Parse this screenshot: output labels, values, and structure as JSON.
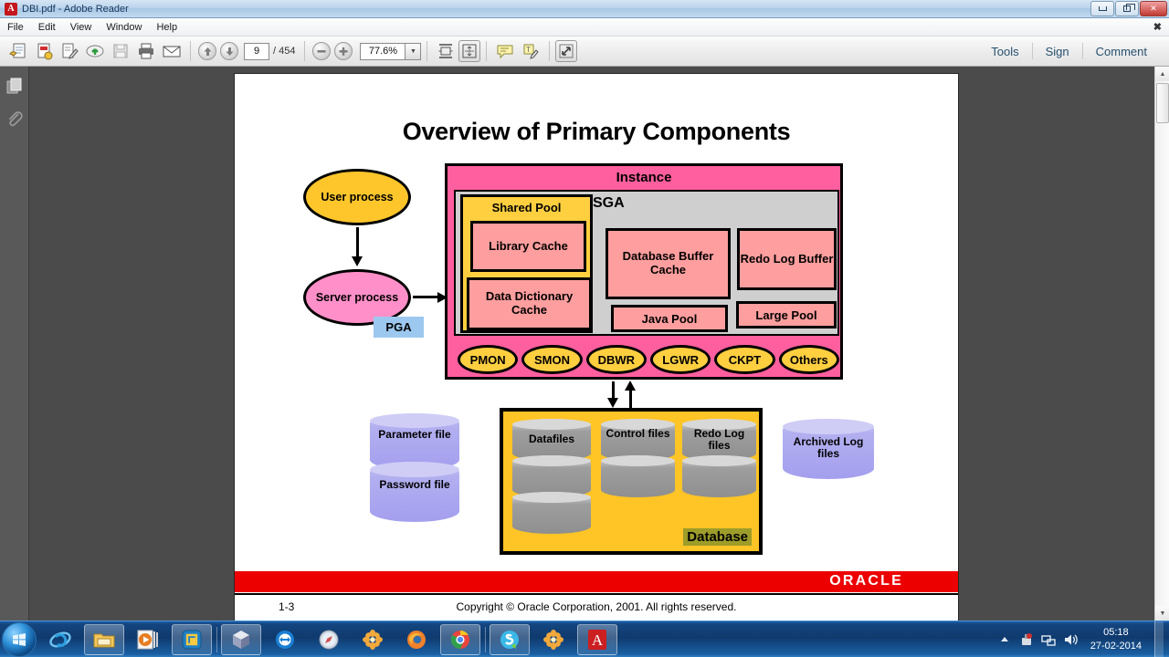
{
  "window": {
    "title": "DBI.pdf - Adobe Reader",
    "app_icon": "adobe-reader-icon",
    "minimize_label": "Minimize",
    "restore_label": "Restore",
    "close_label": "Close"
  },
  "menubar": {
    "items": [
      "File",
      "Edit",
      "View",
      "Window",
      "Help"
    ],
    "close_doc": "✖"
  },
  "toolbar": {
    "left_icons": [
      {
        "name": "open-file-icon",
        "title": "Open"
      },
      {
        "name": "create-pdf-icon",
        "title": "Create PDF"
      },
      {
        "name": "edit-pdf-icon",
        "title": "Edit"
      },
      {
        "name": "upload-cloud-icon",
        "title": "Send files"
      },
      {
        "name": "save-icon",
        "title": "Save"
      },
      {
        "name": "print-icon",
        "title": "Print"
      },
      {
        "name": "email-icon",
        "title": "Email"
      }
    ],
    "page_up_icon": "arrow-up-icon",
    "page_down_icon": "arrow-down-icon",
    "page_number": "9",
    "page_total": "/ 454",
    "zoom_out_icon": "minus-icon",
    "zoom_in_icon": "plus-icon",
    "zoom_value": "77.6%",
    "zoom_dropdown_icon": "chevron-down-icon",
    "right_icons": [
      {
        "name": "fit-width-icon",
        "title": "Fit width"
      },
      {
        "name": "fit-page-icon",
        "title": "Fit page"
      },
      {
        "name": "sticky-note-icon",
        "title": "Add sticky note"
      },
      {
        "name": "highlight-text-icon",
        "title": "Highlight text"
      },
      {
        "name": "read-mode-icon",
        "title": "Read mode"
      }
    ],
    "tools_label": "Tools",
    "sign_label": "Sign",
    "comment_label": "Comment"
  },
  "navrail": {
    "items": [
      {
        "name": "page-thumbnails-icon",
        "label": "Page Thumbnails"
      },
      {
        "name": "attachments-icon",
        "label": "Attachments"
      }
    ]
  },
  "slide": {
    "title": "Overview of Primary Components",
    "instance_label": "Instance",
    "sga_label": "SGA",
    "shared_pool_label": "Shared Pool",
    "library_cache_label": "Library Cache",
    "data_dictionary_cache_label": "Data Dictionary Cache",
    "database_buffer_cache_label": "Database Buffer Cache",
    "redo_log_buffer_label": "Redo Log Buffer",
    "java_pool_label": "Java Pool",
    "large_pool_label": "Large Pool",
    "background_processes": [
      "PMON",
      "SMON",
      "DBWR",
      "LGWR",
      "CKPT",
      "Others"
    ],
    "user_process_label": "User process",
    "server_process_label": "Server process",
    "pga_label": "PGA",
    "parameter_file_label": "Parameter file",
    "password_file_label": "Password file",
    "datafiles_label": "Datafiles",
    "control_files_label": "Control files",
    "redo_log_files_label": "Redo Log files",
    "database_badge_label": "Database",
    "archived_log_files_label": "Archived Log files",
    "oracle_logo_text": "ORACLE",
    "page_number": "1-3",
    "copyright": "Copyright © Oracle Corporation, 2001. All rights reserved."
  },
  "colors": {
    "instance_pink": "#ff5f9e",
    "sga_gray": "#cfcfcf",
    "shared_pool_yellow": "#ffcf40",
    "component_salmon": "#ff9e9e",
    "user_process_amber": "#ffc62b",
    "server_process_pink": "#ff8fc8",
    "pga_blue": "#9cc8ef",
    "database_yellow": "#ffc425",
    "database_badge_olive": "#9d9d29",
    "file_purple": "#a49fee",
    "oracle_red": "#ec0000"
  },
  "scrollbar": {
    "up_icon": "scroll-up-icon",
    "down_icon": "scroll-down-icon",
    "thumb": "scroll-thumb"
  },
  "taskbar": {
    "start_label": "Start",
    "items": [
      {
        "name": "taskbar-internet-explorer",
        "label": "Internet Explorer"
      },
      {
        "name": "taskbar-windows-explorer",
        "label": "Windows Explorer"
      },
      {
        "name": "taskbar-media-player",
        "label": "Windows Media Player"
      },
      {
        "name": "taskbar-vmware",
        "label": "VMware"
      },
      {
        "name": "taskbar-virtualbox",
        "label": "VirtualBox"
      },
      {
        "name": "taskbar-teamviewer",
        "label": "TeamViewer"
      },
      {
        "name": "taskbar-safari",
        "label": "Safari"
      },
      {
        "name": "taskbar-flower-app",
        "label": "Picasa"
      },
      {
        "name": "taskbar-firefox",
        "label": "Mozilla Firefox"
      },
      {
        "name": "taskbar-chrome",
        "label": "Google Chrome"
      },
      {
        "name": "taskbar-skype",
        "label": "Skype"
      },
      {
        "name": "taskbar-flower-app-2",
        "label": "Picasa"
      },
      {
        "name": "taskbar-adobe-reader",
        "label": "Adobe Reader"
      }
    ],
    "tray": [
      {
        "name": "show-hidden-icons-icon"
      },
      {
        "name": "safely-remove-hardware-icon"
      },
      {
        "name": "network-icon"
      },
      {
        "name": "volume-icon"
      }
    ],
    "clock_time": "05:18",
    "clock_date": "27-02-2014"
  }
}
